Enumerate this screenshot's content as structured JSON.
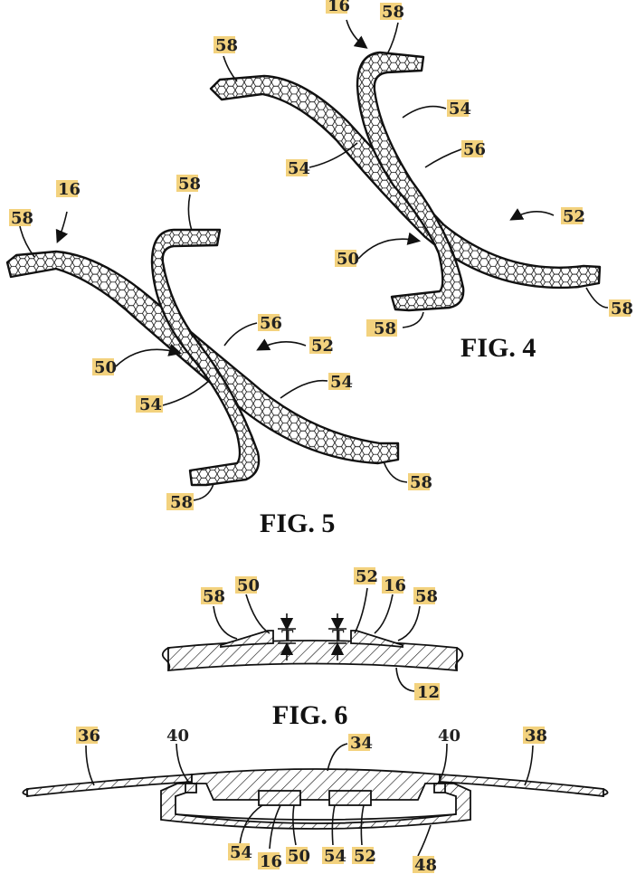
{
  "figures": {
    "fig4": {
      "caption": "FIG. 4",
      "labels": {
        "assembly": "16",
        "first_member": "50",
        "second_member": "52",
        "arm_a": "54",
        "arm_b": "54",
        "intersection": "56",
        "end_tl": "58",
        "end_tr": "58",
        "end_bl": "58",
        "end_br": "58"
      }
    },
    "fig5": {
      "caption": "FIG. 5",
      "labels": {
        "assembly": "16",
        "first_member": "50",
        "second_member": "52",
        "arm_a": "54",
        "arm_b": "54",
        "intersection": "56",
        "end_tl": "58",
        "end_tr": "58",
        "end_bl": "58",
        "end_br": "58"
      }
    },
    "fig6": {
      "caption": "FIG. 6",
      "labels": {
        "end_left": "58",
        "member_left": "50",
        "member_right": "52",
        "assembly": "16",
        "end_right": "58",
        "thickness_left": "T",
        "thickness_right": "T",
        "substrate": "12"
      }
    },
    "fig7": {
      "labels": {
        "panel_left": "36",
        "fastener_left": "40",
        "cover": "34",
        "fastener_right": "40",
        "panel_right": "38",
        "arm_left": "54",
        "assembly": "16",
        "member_left": "50",
        "arm_right": "54",
        "member_right": "52",
        "housing": "48"
      }
    }
  }
}
